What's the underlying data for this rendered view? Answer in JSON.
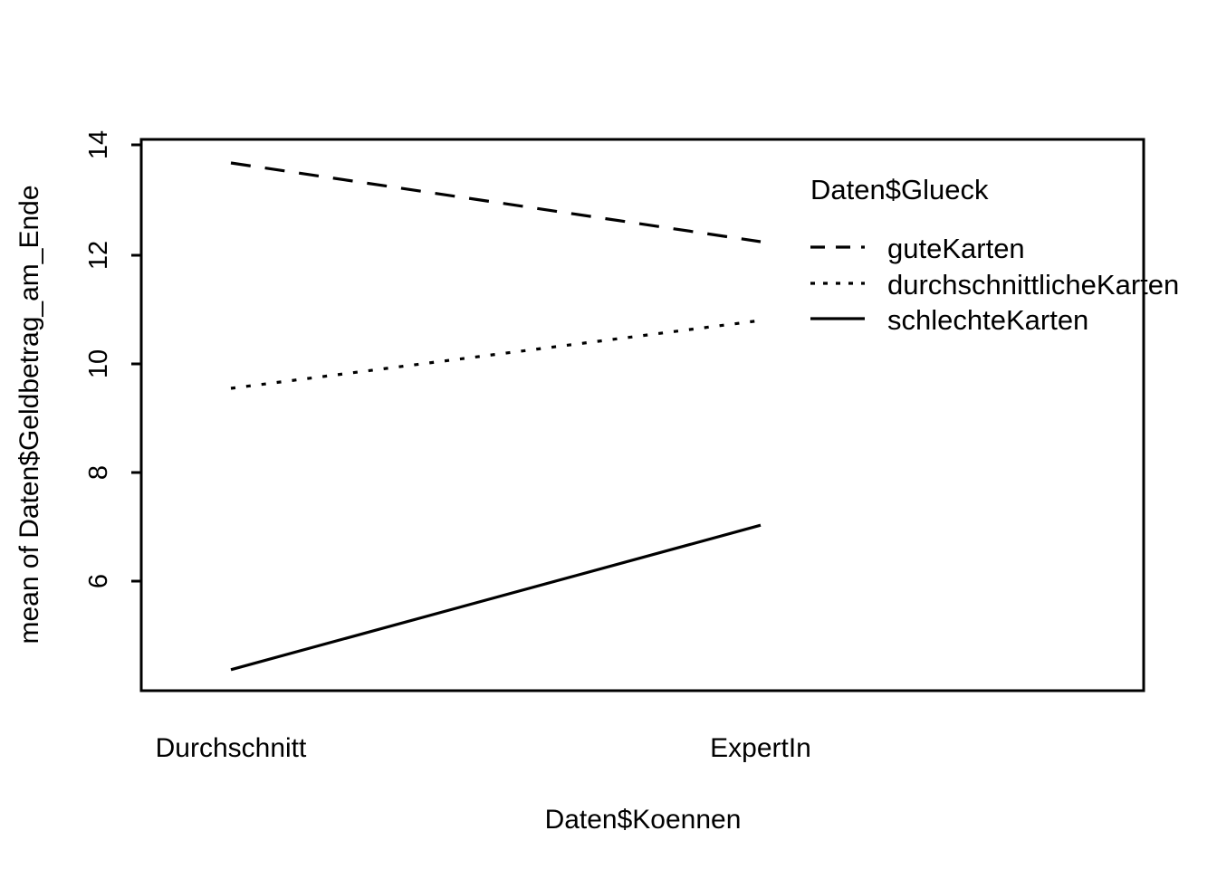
{
  "chart_data": {
    "type": "line",
    "title": "",
    "xlabel": "Daten$Koennen",
    "ylabel": "mean of  Daten$Geldbetrag_am_Ende",
    "categories": [
      "Durchschnitt",
      "ExpertIn"
    ],
    "x_tick_labels": [
      "Durchschnitt",
      "ExpertIn"
    ],
    "y_tick_labels": [
      "6",
      "8",
      "10",
      "12",
      "14"
    ],
    "y_ticks": [
      6,
      8,
      10,
      12,
      14
    ],
    "ylim": [
      4.05,
      14.2
    ],
    "grid": false,
    "legend_position": "top-right-inside",
    "legend_title": "Daten$Glueck",
    "series": [
      {
        "name": "guteKarten",
        "values": [
          13.7,
          12.25
        ],
        "linestyle": "dashed",
        "color": "#000000"
      },
      {
        "name": "durchschnittlicheKarten",
        "values": [
          9.55,
          10.8
        ],
        "linestyle": "dotted",
        "color": "#000000"
      },
      {
        "name": "schlechteKarten",
        "values": [
          4.37,
          7.03
        ],
        "linestyle": "solid",
        "color": "#000000"
      }
    ]
  },
  "axes": {
    "y_title": "mean of  Daten$Geldbetrag_am_Ende",
    "x_title": "Daten$Koennen",
    "x_label_left": "Durchschnitt",
    "x_label_right": "ExpertIn",
    "y_tick_14": "14",
    "y_tick_12": "12",
    "y_tick_10": "10",
    "y_tick_8": "8",
    "y_tick_6": "6"
  },
  "legend": {
    "title": "Daten$Glueck",
    "entries": [
      {
        "label": "guteKarten",
        "style": "dashed"
      },
      {
        "label": "durchschnittlicheKarten",
        "style": "dotted"
      },
      {
        "label": "schlechteKarten",
        "style": "solid"
      }
    ]
  },
  "colors": {
    "background": "#ffffff",
    "foreground": "#000000"
  }
}
